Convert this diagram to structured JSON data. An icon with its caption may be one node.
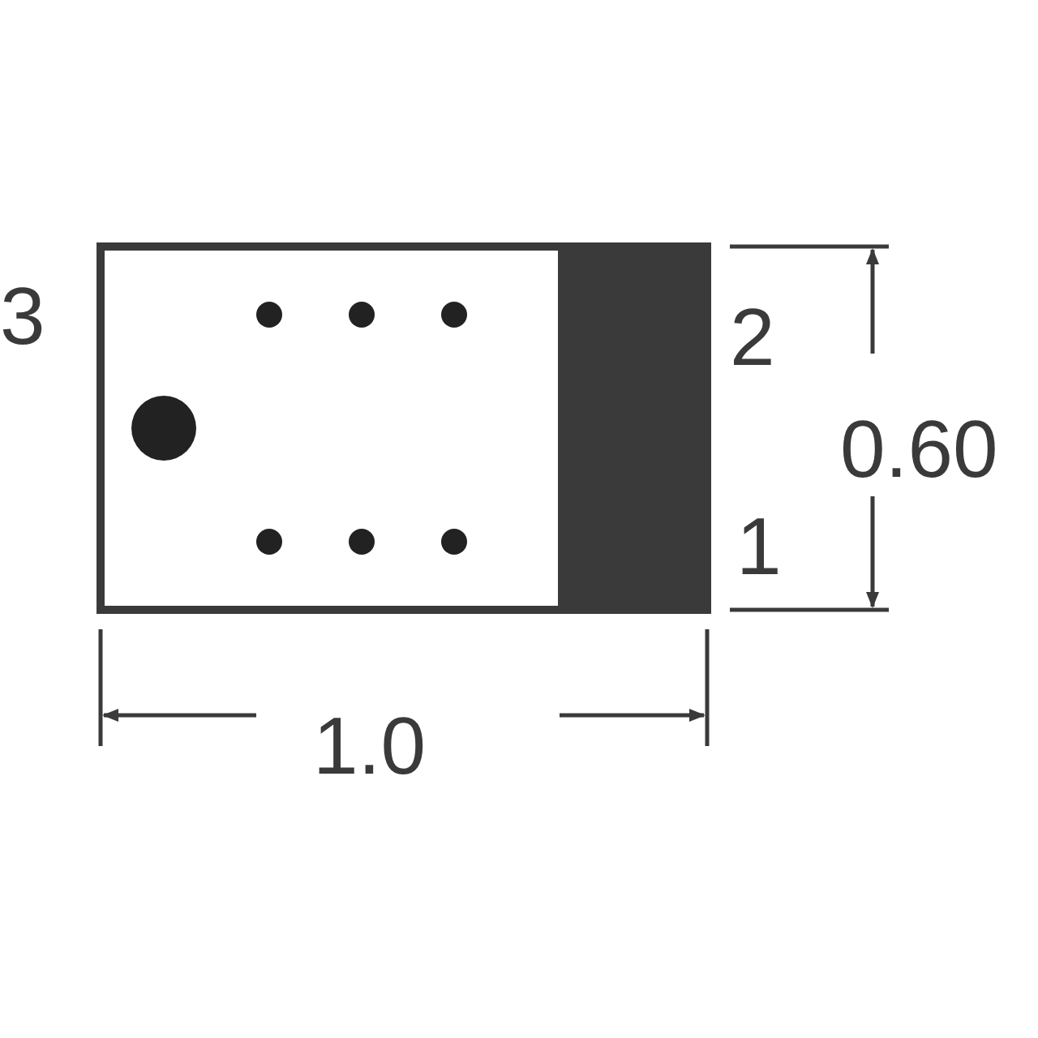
{
  "diagram": {
    "labels": [
      "3",
      "2",
      "0.60",
      "1",
      "1.0"
    ]
  }
}
